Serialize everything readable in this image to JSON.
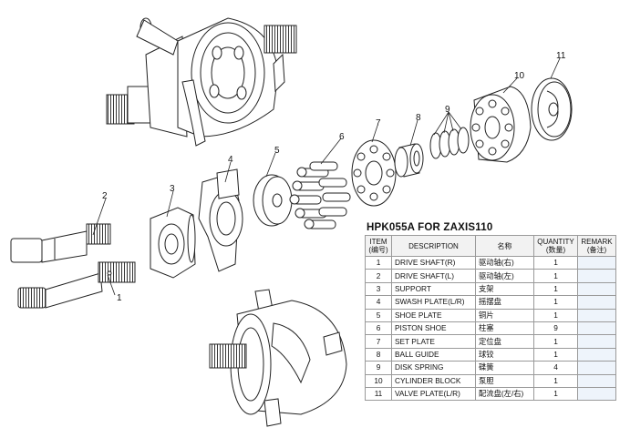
{
  "table": {
    "title": "HPK055A FOR ZAXIS110",
    "headers": {
      "item_line1": "ITEM",
      "item_line2": "(编号)",
      "description": "DESCRIPTION",
      "name_cn": "名称",
      "quantity_line1": "QUANTITY",
      "quantity_line2": "(数量)",
      "remark_line1": "REMARK",
      "remark_line2": "(备注)"
    },
    "rows": [
      {
        "item": "1",
        "description": "DRIVE SHAFT(R)",
        "name_cn": "驱动轴(右)",
        "quantity": "1",
        "remark": ""
      },
      {
        "item": "2",
        "description": "DRIVE SHAFT(L)",
        "name_cn": "驱动轴(左)",
        "quantity": "1",
        "remark": ""
      },
      {
        "item": "3",
        "description": "SUPPORT",
        "name_cn": "支架",
        "quantity": "1",
        "remark": ""
      },
      {
        "item": "4",
        "description": "SWASH PLATE(L/R)",
        "name_cn": "摇摆盘",
        "quantity": "1",
        "remark": ""
      },
      {
        "item": "5",
        "description": "SHOE PLATE",
        "name_cn": "铜片",
        "quantity": "1",
        "remark": ""
      },
      {
        "item": "6",
        "description": "PISTON SHOE",
        "name_cn": "柱塞",
        "quantity": "9",
        "remark": ""
      },
      {
        "item": "7",
        "description": "SET PLATE",
        "name_cn": "定位盘",
        "quantity": "1",
        "remark": ""
      },
      {
        "item": "8",
        "description": "BALL GUIDE",
        "name_cn": "球铰",
        "quantity": "1",
        "remark": ""
      },
      {
        "item": "9",
        "description": "DISK SPRING",
        "name_cn": "碟簧",
        "quantity": "4",
        "remark": ""
      },
      {
        "item": "10",
        "description": "CYLINDER BLOCK",
        "name_cn": "泵胆",
        "quantity": "1",
        "remark": ""
      },
      {
        "item": "11",
        "description": "VALVE PLATE(L/R)",
        "name_cn": "配流盘(左/右)",
        "quantity": "1",
        "remark": ""
      }
    ]
  },
  "callouts": {
    "n1": "1",
    "n2": "2",
    "n3": "3",
    "n4": "4",
    "n5": "5",
    "n6": "6",
    "n7": "7",
    "n8": "8",
    "n9": "9",
    "n10": "10",
    "n11": "11"
  },
  "colors": {
    "line": "#222222",
    "table_border": "#9a9a9a",
    "remark_fill": "#eef4fb"
  }
}
